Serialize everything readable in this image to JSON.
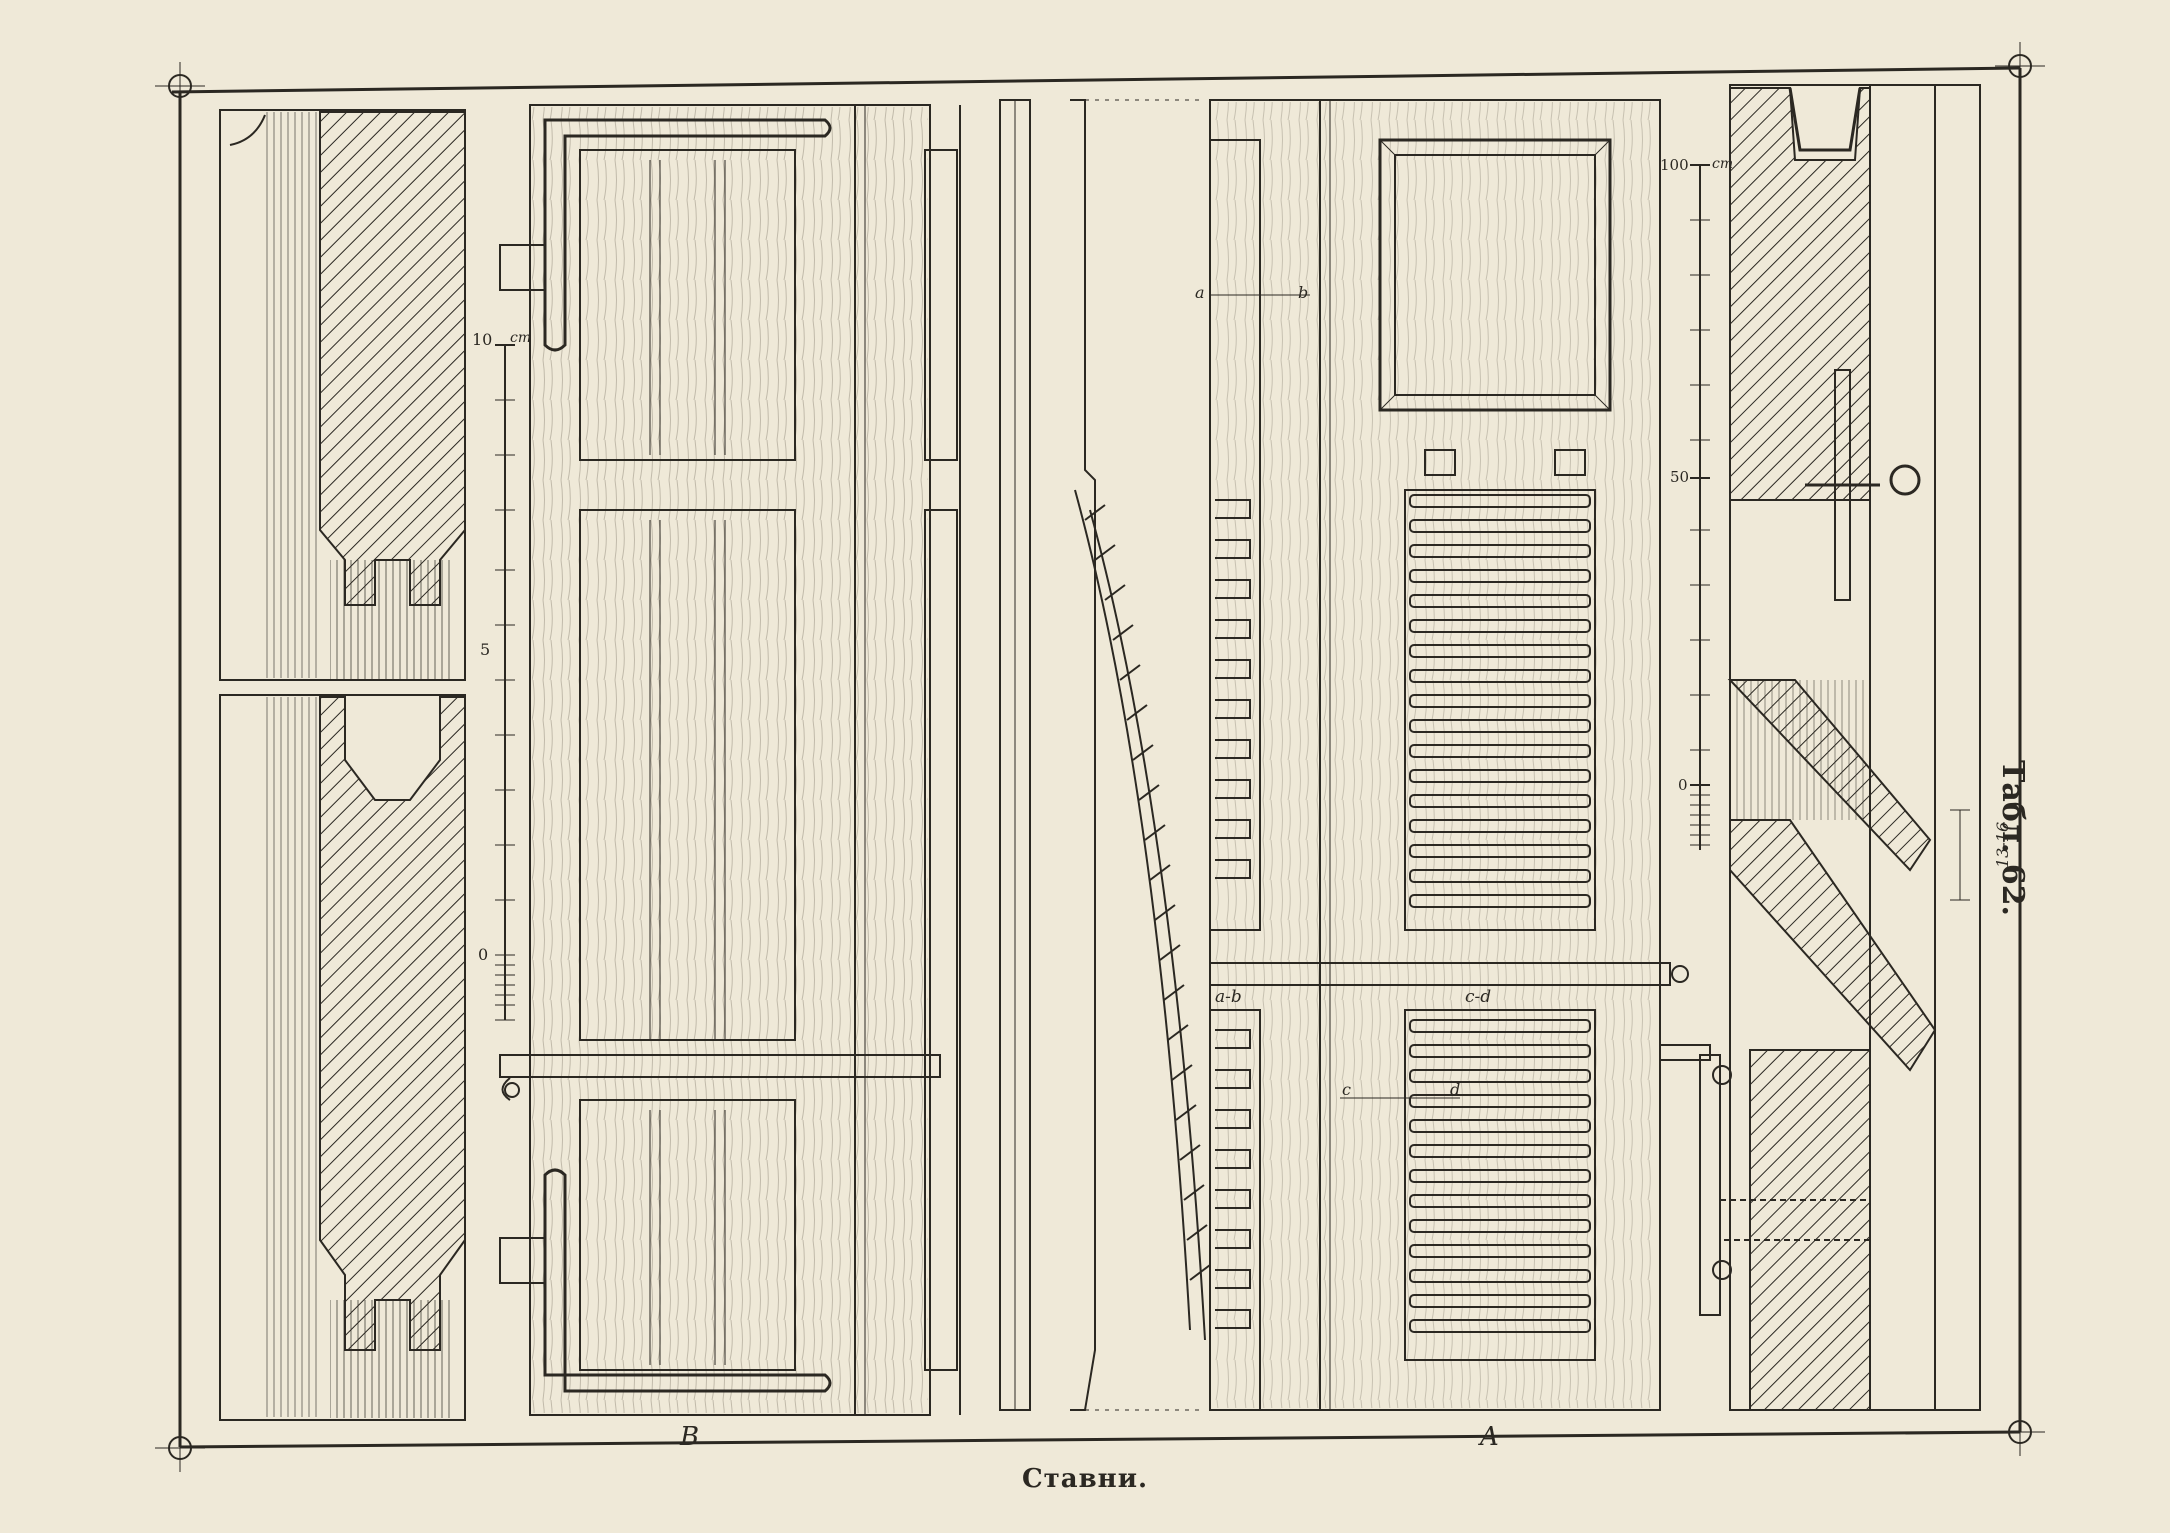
{
  "plate": {
    "caption": "Ставни.",
    "plate_number": "Табл. 62."
  },
  "labels": {
    "view_b": "B",
    "view_a": "A",
    "section_ab": "a-b",
    "section_cd": "c-d",
    "mark_a": "a",
    "mark_b": "b",
    "mark_c": "c",
    "mark_d": "d",
    "dim_13_16": "13-16"
  },
  "scale_left": {
    "tick_10": "10",
    "unit": "cm",
    "tick_5": "5",
    "tick_0": "0"
  },
  "scale_right": {
    "tick_100": "100",
    "unit": "cm",
    "tick_50": "50",
    "tick_0": "0"
  },
  "colors": {
    "paper": "#efe9d8",
    "ink": "#2b2822"
  }
}
